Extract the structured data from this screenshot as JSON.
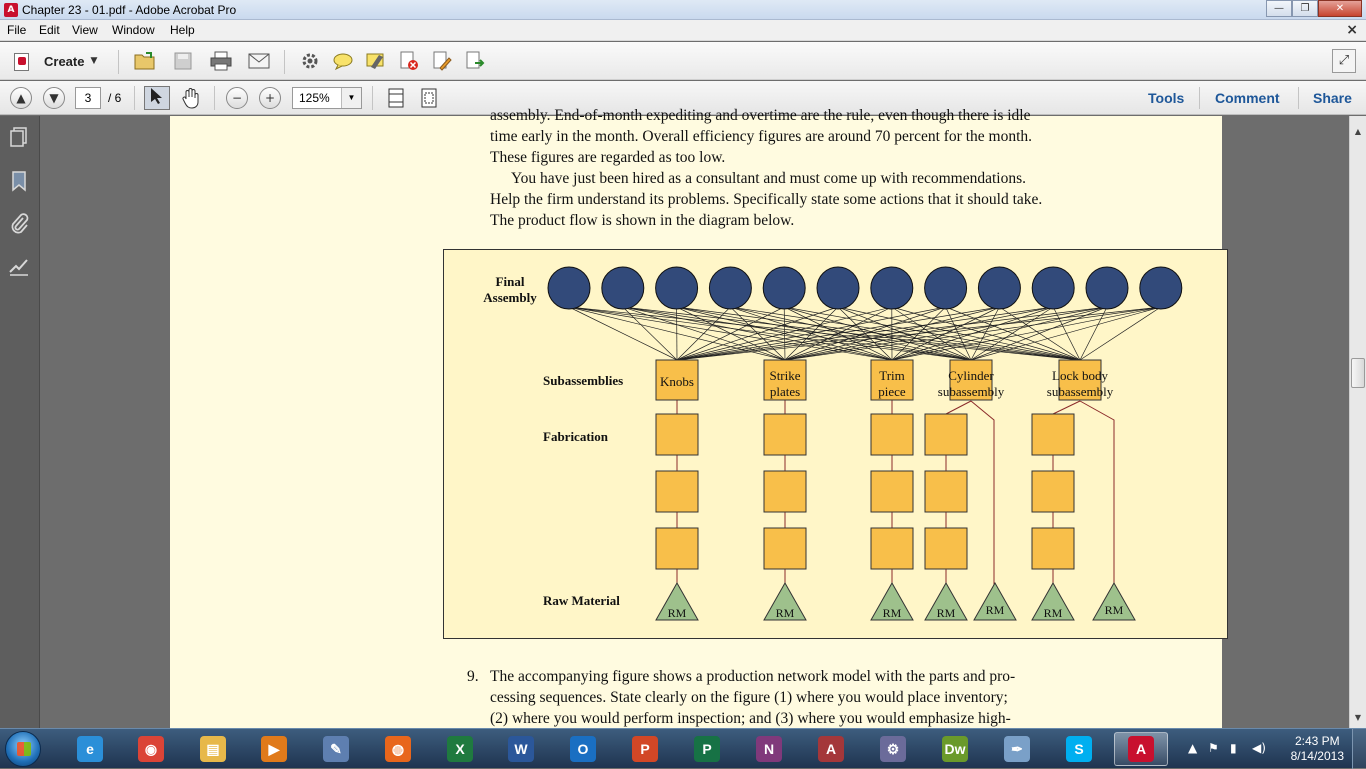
{
  "window": {
    "title": "Chapter 23 - 01.pdf - Adobe Acrobat Pro",
    "app_icon": "acrobat-icon",
    "buttons": {
      "minimize": "—",
      "maximize": "❐",
      "close": "✕"
    }
  },
  "menu": {
    "items": [
      "File",
      "Edit",
      "View",
      "Window",
      "Help"
    ],
    "close_doc": "×"
  },
  "toolbar": {
    "create_label": "Create",
    "icons": [
      "open-folder-icon",
      "save-icon",
      "print-icon",
      "email-icon",
      "settings-icon",
      "comment-icon",
      "highlight-icon",
      "delete-icon",
      "edit-icon",
      "export-icon"
    ]
  },
  "nav": {
    "current_page": "3",
    "total_pages": "/ 6",
    "zoom": "125%",
    "panels": [
      "Tools",
      "Comment",
      "Share"
    ]
  },
  "document": {
    "lines_top": [
      "assembly. End-of-month expediting and overtime are the rule, even though there is idle",
      "time early in the month. Overall efficiency figures are around 70 percent for the month.",
      "These figures are regarded as too low.",
      "You have just been hired as a consultant and must come up with recommendations.",
      "Help the firm understand its problems. Specifically state some actions that it should take.",
      "The product flow is shown in the diagram below."
    ],
    "item_number": "9.",
    "lines_bottom": [
      "The accompanying figure shows a production network model with the parts and pro-",
      "cessing sequences. State clearly on the figure (1) where you would place inventory;",
      "(2) where you would perform inspection; and (3) where you would emphasize high-"
    ]
  },
  "diagram": {
    "row_labels": {
      "final_assembly_1": "Final",
      "final_assembly_2": "Assembly",
      "subassemblies": "Subassemblies",
      "fabrication": "Fabrication",
      "raw_material": "Raw Material"
    },
    "final_assembly_count": 12,
    "subassemblies": [
      {
        "line1": "Knobs",
        "line2": ""
      },
      {
        "line1": "Strike",
        "line2": "plates"
      },
      {
        "line1": "Trim",
        "line2": "piece"
      },
      {
        "line1": "Cylinder",
        "line2": "subassembly"
      },
      {
        "line1": "Lock body",
        "line2": "subassembly"
      }
    ],
    "rm_label": "RM",
    "colors": {
      "circle": "#324a7a",
      "box": "#f8bf4a",
      "triangle": "#9ec18c",
      "feeder_line": "#8b2a2a"
    }
  },
  "taskbar": {
    "apps": [
      "internet-explorer-icon",
      "chrome-icon",
      "explorer-icon",
      "media-player-icon",
      "tool-icon",
      "firefox-icon",
      "excel-icon",
      "word-icon",
      "outlook-icon",
      "powerpoint-icon",
      "publisher-icon",
      "onenote-icon",
      "access-icon",
      "app-icon",
      "dreamweaver-icon",
      "pen-icon",
      "skype-icon",
      "acrobat-icon"
    ],
    "time": "2:43 PM",
    "date": "8/14/2013"
  }
}
